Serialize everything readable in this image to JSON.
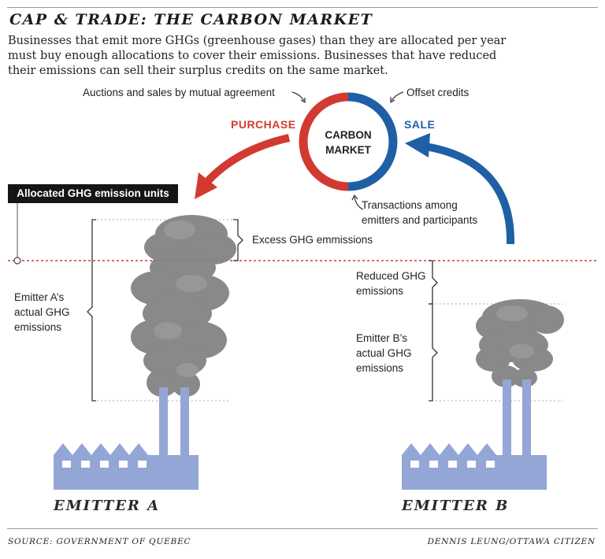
{
  "title": "CAP & TRADE: THE CARBON MARKET",
  "intro": {
    "line1": "Businesses that emit more GHGs (greenhouse gases) than they are allocated per year",
    "line2": "must buy enough allocations to cover their emissions. Businesses that have reduced",
    "line3": "their emissions can sell their surplus credits on the same market."
  },
  "market": {
    "line1": "CARBON",
    "line2": "MARKET",
    "auctions": "Auctions and sales by mutual agreement",
    "offset": "Offset credits",
    "transactions_1": "Transactions among",
    "transactions_2": "emitters and participants",
    "purchase": "PURCHASE",
    "sale": "SALE"
  },
  "cap_label": "Allocated GHG emission units",
  "emitter_a": {
    "excess": "Excess GHG emmissions",
    "actual_1": "Emitter A’s",
    "actual_2": "actual GHG",
    "actual_3": "emissions",
    "name": "EMITTER A"
  },
  "emitter_b": {
    "reduced_1": "Reduced GHG",
    "reduced_2": "emissions",
    "actual_1": "Emitter B’s",
    "actual_2": "actual GHG",
    "actual_3": "emissions",
    "name": "EMITTER B"
  },
  "footer": {
    "source": "SOURCE: GOVERNMENT OF QUEBEC",
    "credit": "DENNIS LEUNG/OTTAWA CITIZEN"
  },
  "colors": {
    "purchase_red": "#d23a31",
    "sale_blue": "#1f5fa5",
    "factory_blue": "#93a6d6",
    "smoke_gray": "#7f7f7f",
    "cap_line_red": "#d23a31"
  }
}
